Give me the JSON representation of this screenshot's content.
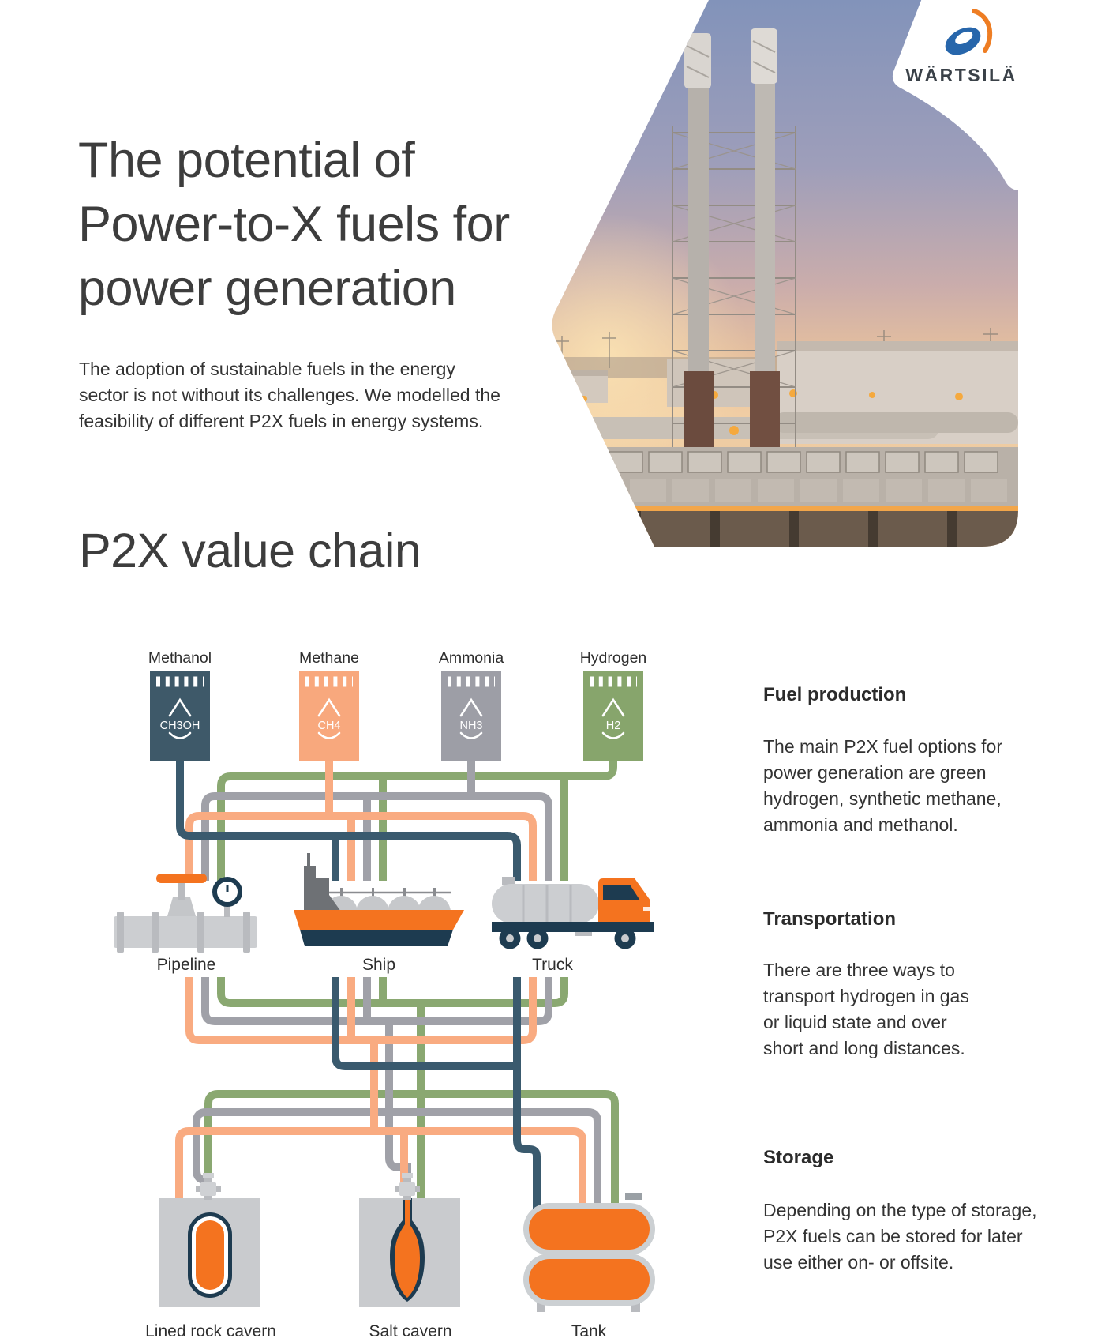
{
  "brand": {
    "logo_text": "WÄRTSILÄ"
  },
  "header": {
    "title": "The potential of\nPower-to-X fuels for\npower generation",
    "intro": "The adoption of sustainable fuels in the energy\nsector is not without its challenges. We modelled the\nfeasibility of different P2X fuels in energy systems."
  },
  "section": {
    "heading": "P2X value chain"
  },
  "diagram": {
    "fuels": [
      {
        "label": "Methanol",
        "formula": "CH3OH",
        "color": "#3e5969"
      },
      {
        "label": "Methane",
        "formula": "CH4",
        "color": "#f8a87d"
      },
      {
        "label": "Ammonia",
        "formula": "NH3",
        "color": "#9d9ea6"
      },
      {
        "label": "Hydrogen",
        "formula": "H2",
        "color": "#87a56c"
      }
    ],
    "transports": [
      {
        "label": "Pipeline"
      },
      {
        "label": "Ship"
      },
      {
        "label": "Truck"
      }
    ],
    "storages": [
      {
        "label": "Lined rock cavern"
      },
      {
        "label": "Salt cavern"
      },
      {
        "label": "Tank"
      }
    ]
  },
  "sidebar": {
    "sections": [
      {
        "heading": "Fuel production",
        "body": "The main P2X fuel options for\npower generation are green\nhydrogen, synthetic methane,\nammonia and methanol."
      },
      {
        "heading": "Transportation",
        "body": "There are three ways to\ntransport hydrogen in gas\nor liquid state and over\nshort and long distances."
      },
      {
        "heading": "Storage",
        "body": "Depending on the type of storage,\nP2X fuels can be stored for later\nuse either on- or offsite."
      }
    ]
  },
  "colors": {
    "pipe_navy": "#3a5a6e",
    "pipe_orange": "#f9ab81",
    "pipe_gray": "#a0a1a8",
    "pipe_green": "#8aa871",
    "accent_orange": "#f4731f",
    "dark_navy": "#1d3b50",
    "light_gray": "#ccced1",
    "block_gray": "#c9cbce",
    "logo_blue": "#2766ab",
    "logo_orange": "#ee7d23"
  }
}
